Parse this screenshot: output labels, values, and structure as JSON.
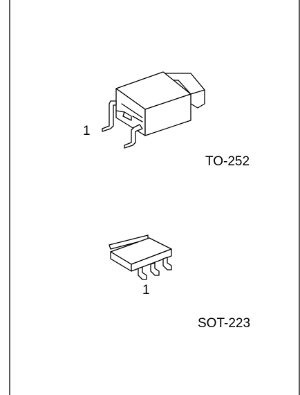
{
  "packages": [
    {
      "name": "TO-252",
      "pin_label": "1"
    },
    {
      "name": "SOT-223",
      "pin_label": "1"
    }
  ]
}
